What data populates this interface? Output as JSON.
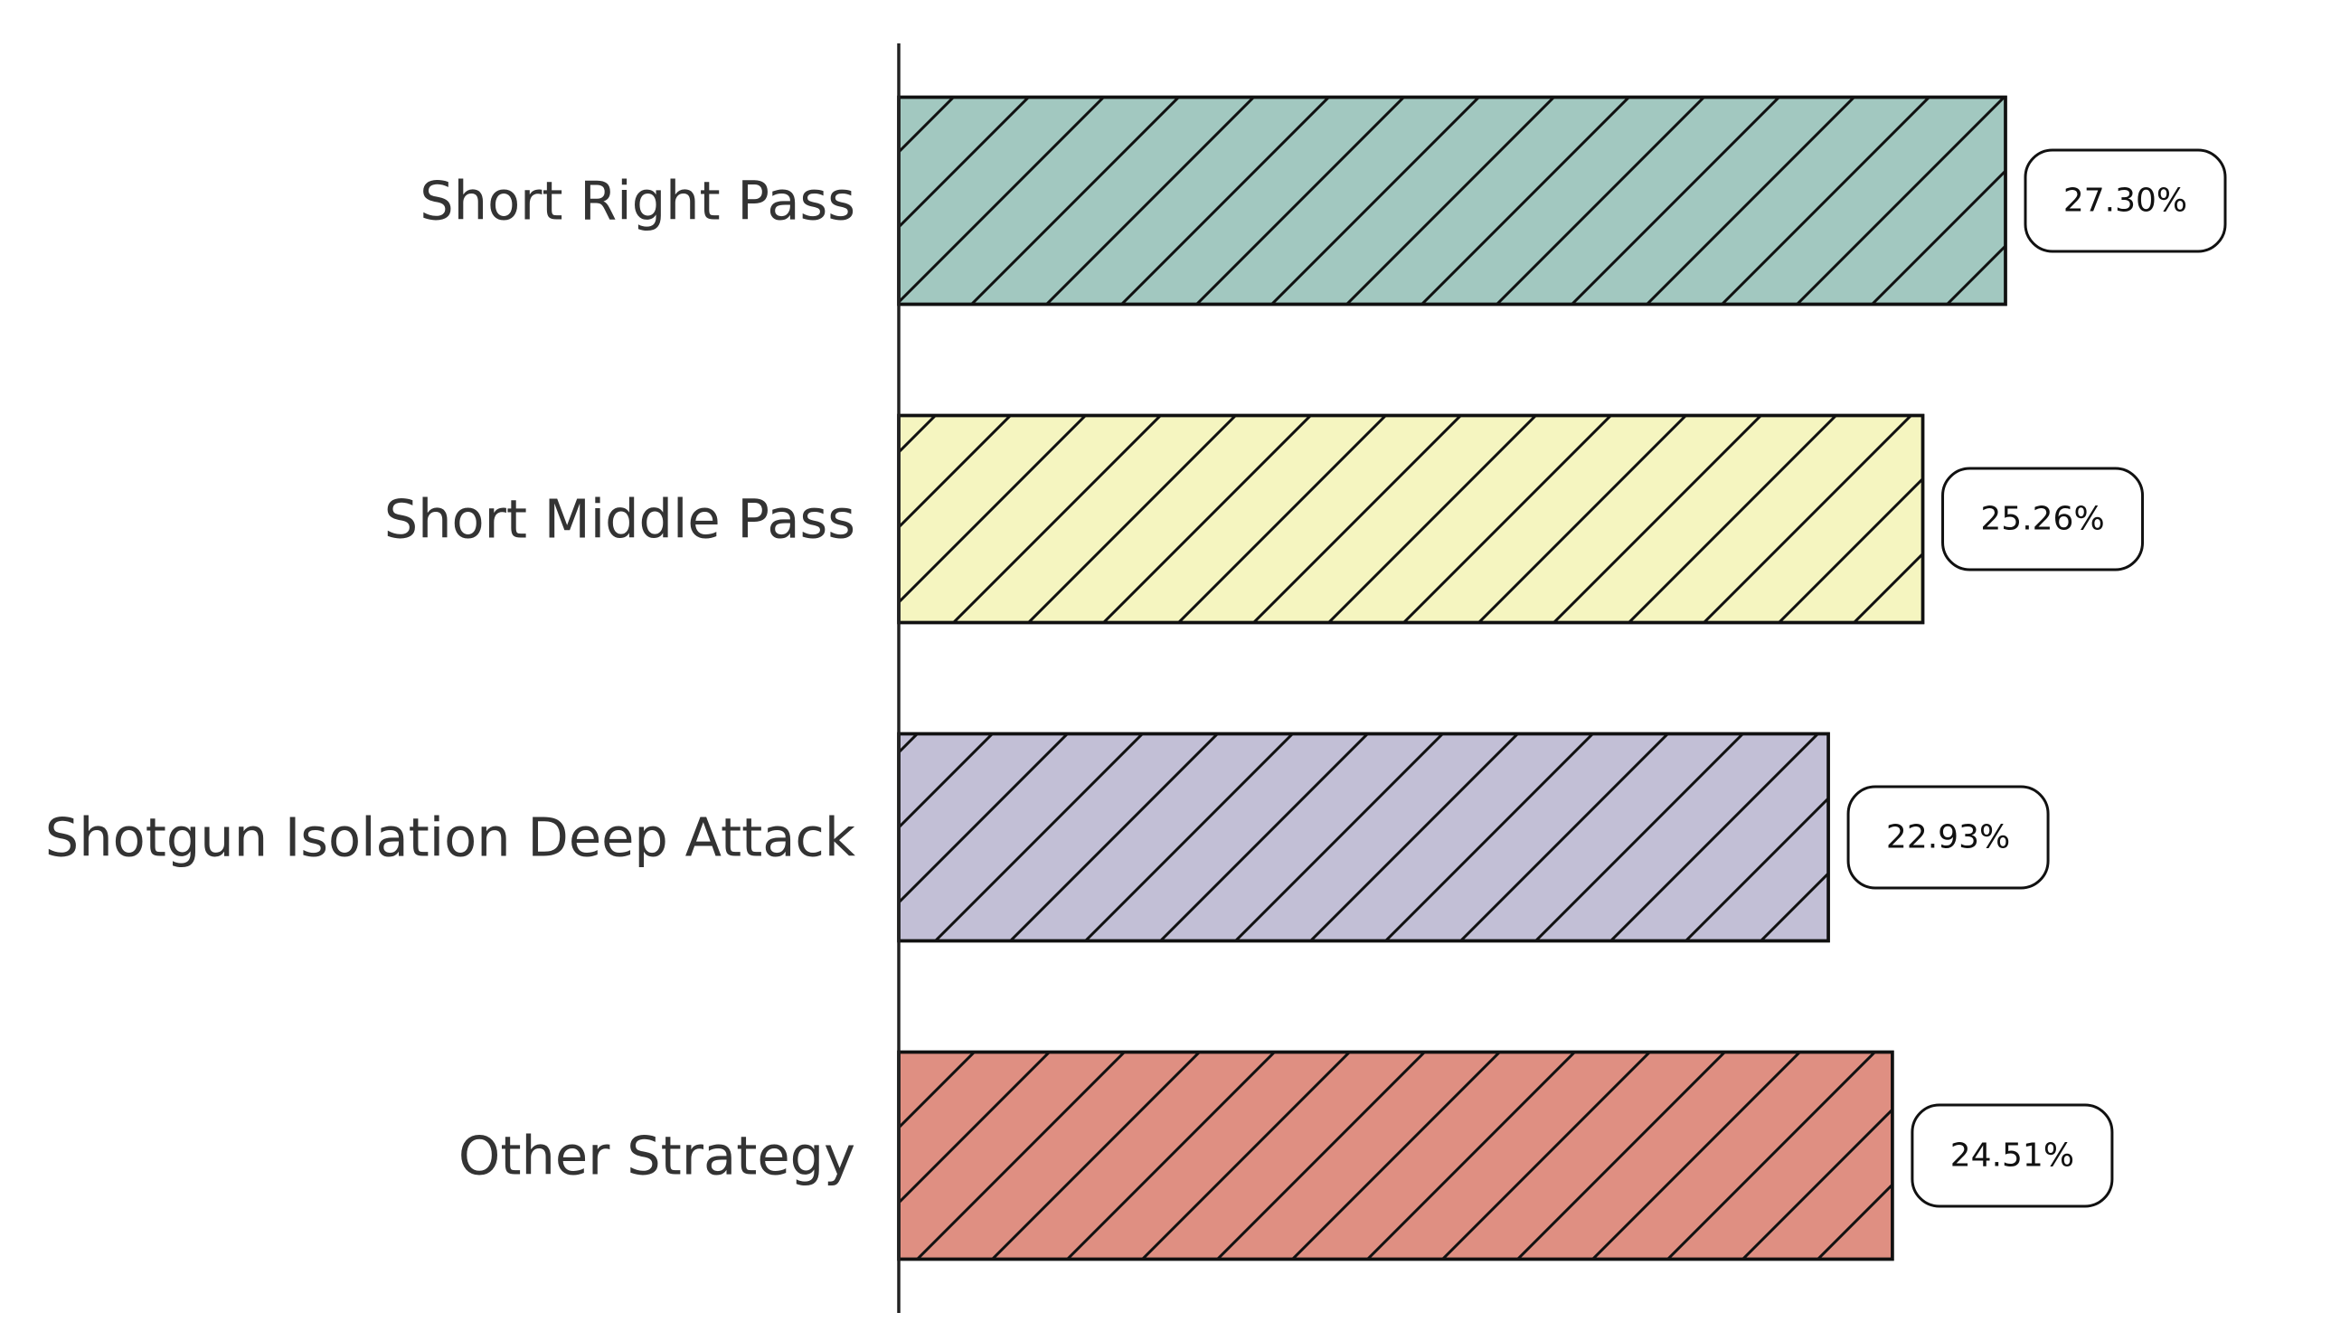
{
  "chart_data": {
    "type": "bar",
    "orientation": "horizontal",
    "categories": [
      "Short Right Pass",
      "Short Middle Pass",
      "Shotgun Isolation Deep Attack",
      "Other Strategy"
    ],
    "values": [
      27.3,
      25.26,
      22.93,
      24.51
    ],
    "value_labels": [
      "27.30%",
      "25.26%",
      "22.93%",
      "24.51%"
    ],
    "colors": [
      "#a2c8c0",
      "#f5f5c0",
      "#c2bfd6",
      "#df8f82"
    ],
    "hatch": "diagonal",
    "xlim": [
      0,
      27.3
    ],
    "title": "",
    "xlabel": "",
    "ylabel": "",
    "grid": false,
    "legend": "none"
  }
}
